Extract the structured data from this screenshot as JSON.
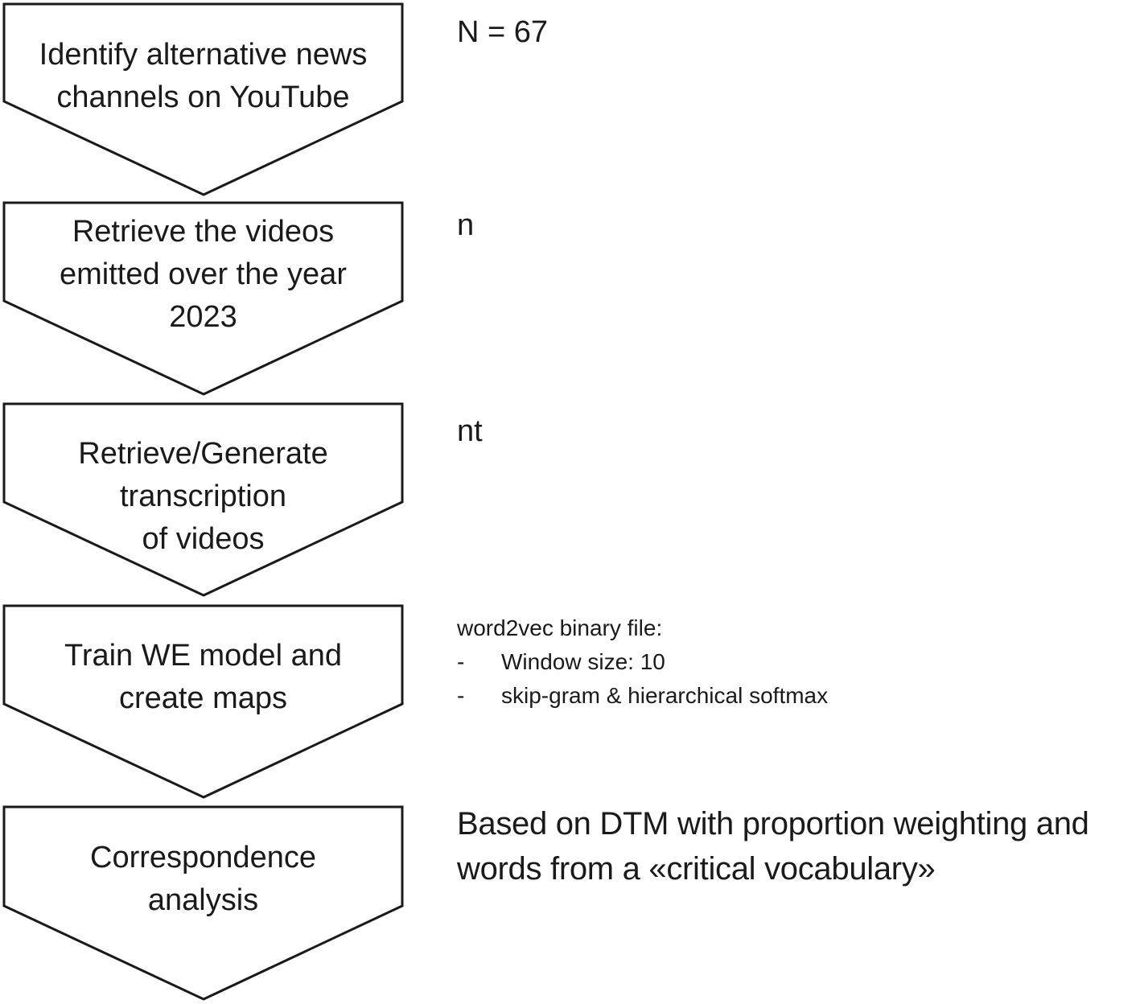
{
  "steps": [
    {
      "label": "Identify alternative news\nchannels on YouTube",
      "note": "N = 67"
    },
    {
      "label": "Retrieve the videos\nemitted over the year\n2023",
      "note": "n"
    },
    {
      "label": "Retrieve/Generate\ntranscription\nof videos",
      "note": "nt"
    },
    {
      "label": "Train WE model and\ncreate maps",
      "note": "word2vec binary file:",
      "bullets": [
        {
          "dash": "-",
          "text": "Window size: 10"
        },
        {
          "dash": "-",
          "text": "skip-gram & hierarchical softmax"
        }
      ]
    },
    {
      "label": "Correspondence\nanalysis",
      "note": "Based on DTM with proportion weighting and\nwords from a «critical vocabulary»"
    }
  ],
  "colors": {
    "stroke": "#1a1a1a",
    "fill": "#ffffff",
    "text": "#1a1a1a"
  }
}
